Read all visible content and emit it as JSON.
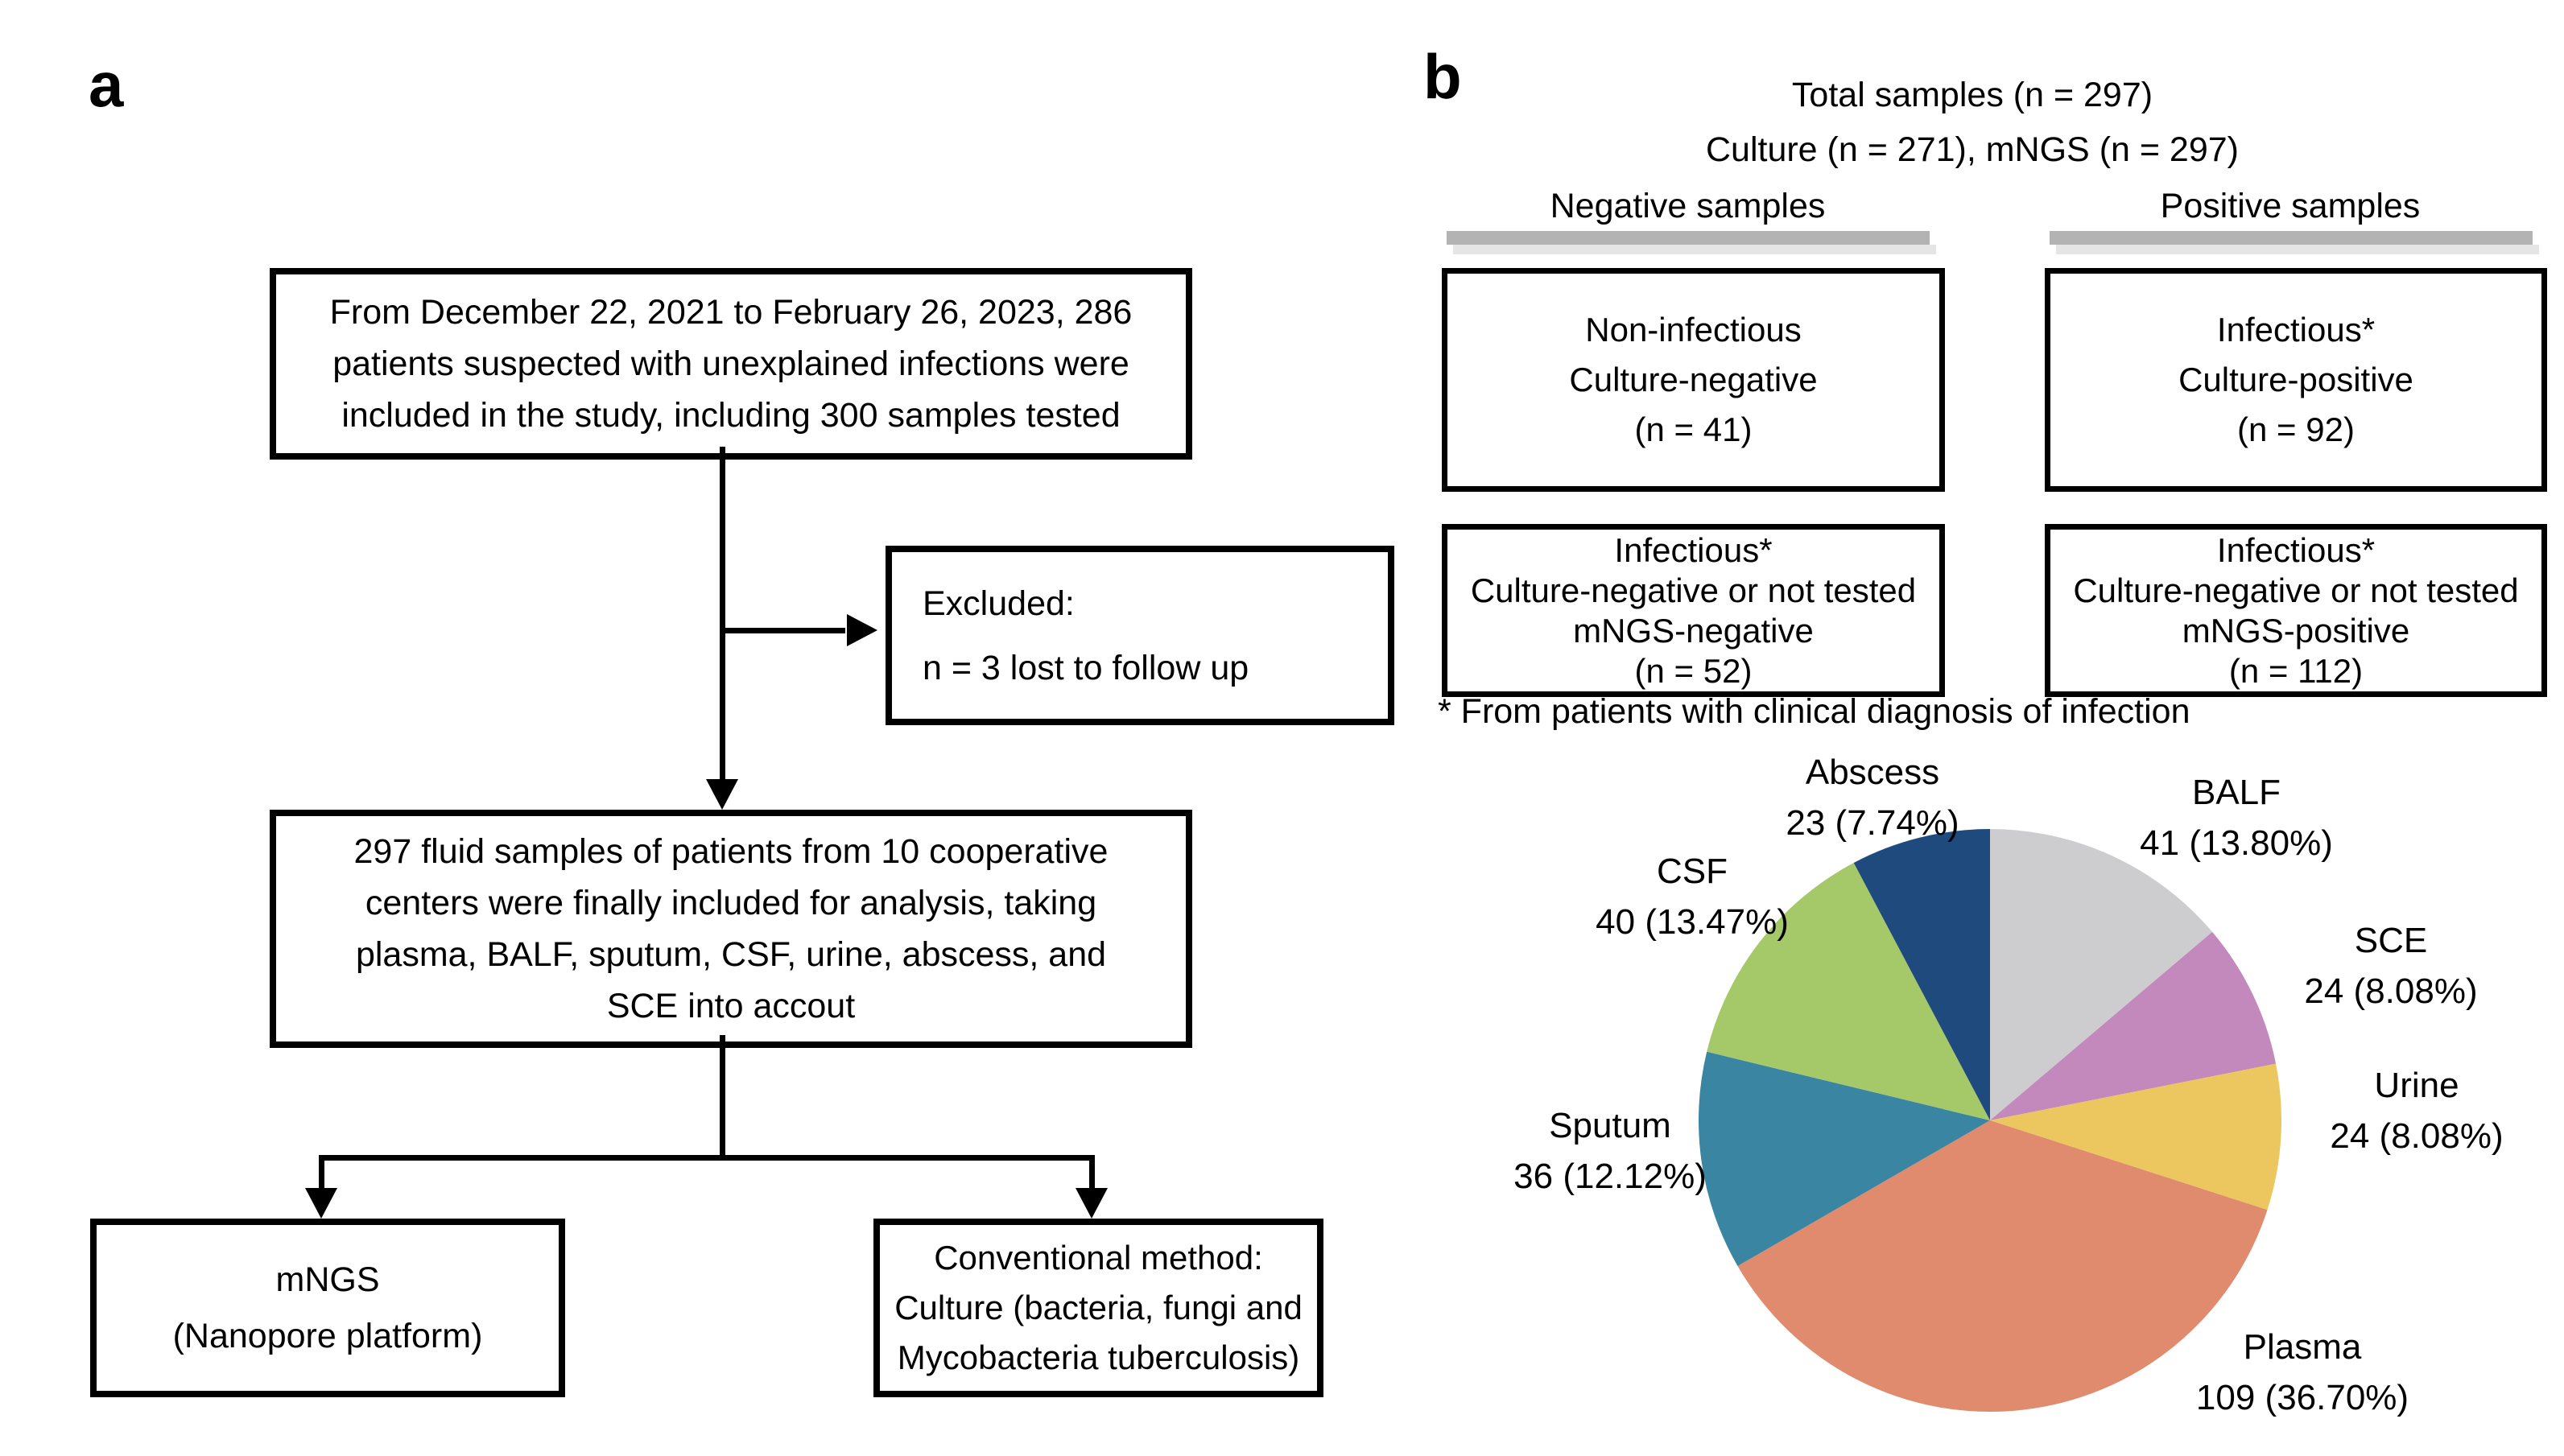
{
  "panel_a": {
    "label": "a",
    "box_enrollment": [
      "From December 22, 2021 to February 26, 2023, 286",
      "patients suspected with unexplained infections were",
      "included in the study, including 300 samples tested"
    ],
    "box_excluded": [
      "Excluded:",
      "n = 3 lost to follow up"
    ],
    "box_included": [
      "297 fluid samples of patients from 10 cooperative",
      "centers were finally included for analysis, taking",
      "plasma, BALF, sputum, CSF, urine, abscess, and",
      "SCE into accout"
    ],
    "box_mngs": [
      "mNGS",
      "(Nanopore platform)"
    ],
    "box_conventional": [
      "Conventional method:",
      "Culture (bacteria, fungi and",
      "Mycobacteria tuberculosis)"
    ]
  },
  "panel_b": {
    "label": "b",
    "title": [
      "Total samples (n = 297)",
      "Culture (n = 271), mNGS (n = 297)"
    ],
    "negative_header": "Negative samples",
    "positive_header": "Positive samples",
    "box_noninfectious": [
      "Non-infectious",
      "Culture-negative",
      "(n = 41)"
    ],
    "box_infectious_mngs_negative": [
      "Infectious*",
      "Culture-negative or not tested",
      "mNGS-negative",
      "(n = 52)"
    ],
    "box_infectious_culture_positive": [
      "Infectious*",
      "Culture-positive",
      "(n = 92)"
    ],
    "box_infectious_mngs_positive": [
      "Infectious*",
      "Culture-negative or not tested",
      "mNGS-positive",
      "(n = 112)"
    ],
    "footnote": "* From patients with clinical diagnosis of infection"
  },
  "chart_data": {
    "type": "pie",
    "title": "Sample types",
    "total": 297,
    "start_angle": "12 o'clock, clockwise",
    "legend": "none, direct labels outside slices",
    "label_format": "{category}\n{value} ({percent})",
    "slices": [
      {
        "category": "BALF",
        "value": 41,
        "percent": 13.8,
        "value_label": "41 (13.80%)",
        "color": "#cdcdcf",
        "label_anchor": [
          2778,
          1016
        ]
      },
      {
        "category": "SCE",
        "value": 24,
        "percent": 8.08,
        "value_label": "24 (8.08%)",
        "color": "#c389bd",
        "label_anchor": [
          2970,
          1200
        ]
      },
      {
        "category": "Urine",
        "value": 24,
        "percent": 8.08,
        "value_label": "24 (8.08%)",
        "color": "#ecc75f",
        "label_anchor": [
          3002,
          1380
        ]
      },
      {
        "category": "Plasma",
        "value": 109,
        "percent": 36.7,
        "value_label": "109 (36.70%)",
        "color": "#e08a6e",
        "label_anchor": [
          2860,
          1705
        ]
      },
      {
        "category": "Sputum",
        "value": 36,
        "percent": 12.12,
        "value_label": "36 (12.12%)",
        "color": "#3a86a2",
        "label_anchor": [
          2000,
          1430
        ]
      },
      {
        "category": "CSF",
        "value": 40,
        "percent": 13.47,
        "value_label": "40 (13.47%)",
        "color": "#a5c969",
        "label_anchor": [
          2102,
          1114
        ]
      },
      {
        "category": "Abscess",
        "value": 23,
        "percent": 7.74,
        "value_label": "23 (7.74%)",
        "color": "#1f4a7d",
        "label_anchor": [
          2326,
          991
        ]
      }
    ]
  }
}
